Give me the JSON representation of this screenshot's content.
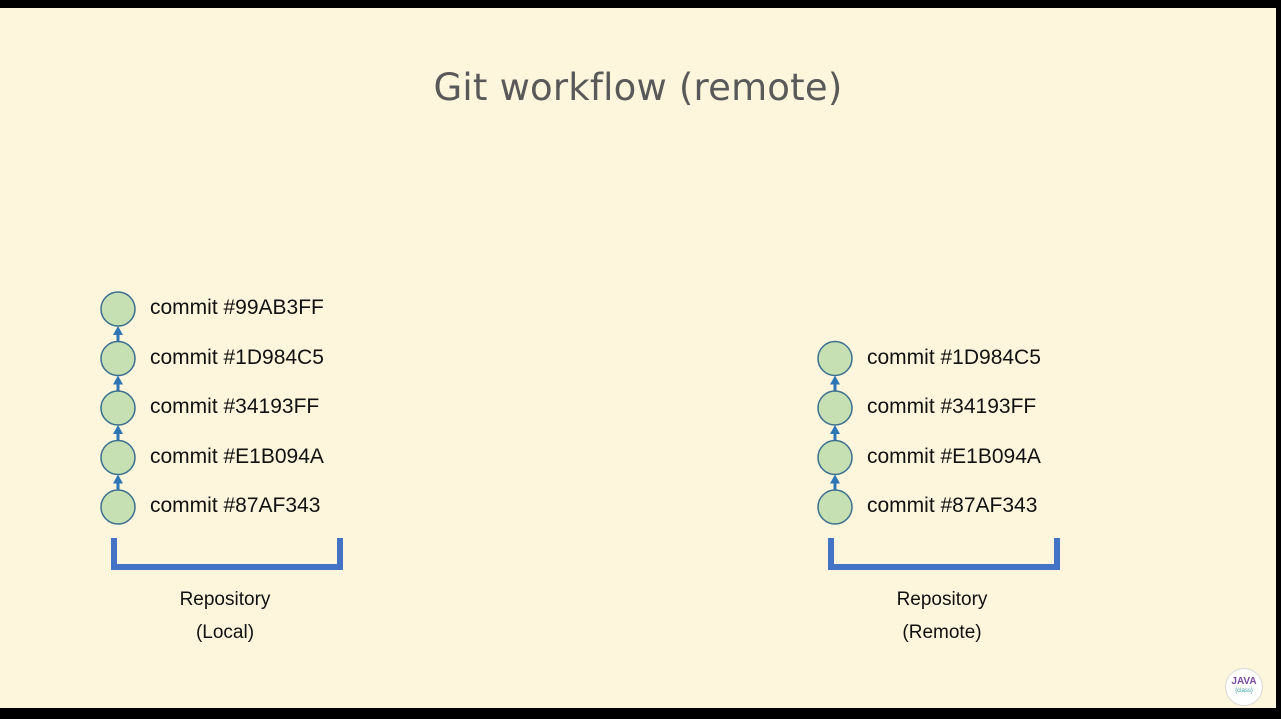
{
  "title": "Git workflow (remote)",
  "repositories": [
    {
      "name": "Repository",
      "location": "(Local)",
      "commits": [
        "commit #99AB3FF",
        "commit #1D984C5",
        "commit #34193FF",
        "commit #E1B094A",
        "commit #87AF343"
      ]
    },
    {
      "name": "Repository",
      "location": "(Remote)",
      "commits": [
        "commit #1D984C5",
        "commit #34193FF",
        "commit #E1B094A",
        "commit #87AF343"
      ]
    }
  ],
  "logo": {
    "line1": "JAVA",
    "line2": "{class}"
  },
  "colors": {
    "background": "#fdf5dc",
    "commit_fill": "#c6e0b4",
    "commit_stroke": "#3b6f8f",
    "arrow": "#2e75b6",
    "bracket": "#4472c4",
    "title": "#595959"
  }
}
